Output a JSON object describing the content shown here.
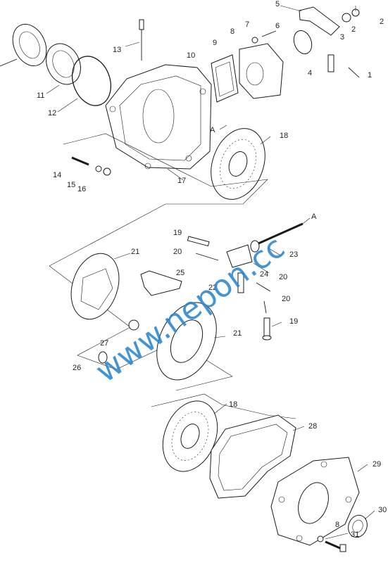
{
  "callouts": [
    {
      "id": "c1",
      "label": "1"
    },
    {
      "id": "c2a",
      "label": "2"
    },
    {
      "id": "c2b",
      "label": "2"
    },
    {
      "id": "c3",
      "label": "3"
    },
    {
      "id": "c4",
      "label": "4"
    },
    {
      "id": "c5",
      "label": "5"
    },
    {
      "id": "c6",
      "label": "6"
    },
    {
      "id": "c7",
      "label": "7"
    },
    {
      "id": "c8a",
      "label": "8"
    },
    {
      "id": "c9",
      "label": "9"
    },
    {
      "id": "c10",
      "label": "10"
    },
    {
      "id": "c11",
      "label": "11"
    },
    {
      "id": "c12",
      "label": "12"
    },
    {
      "id": "c13",
      "label": "13"
    },
    {
      "id": "c14",
      "label": "14"
    },
    {
      "id": "c15",
      "label": "15"
    },
    {
      "id": "c16",
      "label": "16"
    },
    {
      "id": "c17",
      "label": "17"
    },
    {
      "id": "c18a",
      "label": "18"
    },
    {
      "id": "c19a",
      "label": "19"
    },
    {
      "id": "c19b",
      "label": "19"
    },
    {
      "id": "c20a",
      "label": "20"
    },
    {
      "id": "c20b",
      "label": "20"
    },
    {
      "id": "c20c",
      "label": "20"
    },
    {
      "id": "c21a",
      "label": "21"
    },
    {
      "id": "c21b",
      "label": "21"
    },
    {
      "id": "c22",
      "label": "22"
    },
    {
      "id": "c23",
      "label": "23"
    },
    {
      "id": "c24",
      "label": "24"
    },
    {
      "id": "c25",
      "label": "25"
    },
    {
      "id": "c26",
      "label": "26"
    },
    {
      "id": "c27",
      "label": "27"
    },
    {
      "id": "c18b",
      "label": "18"
    },
    {
      "id": "c28",
      "label": "28"
    },
    {
      "id": "c29",
      "label": "29"
    },
    {
      "id": "c30",
      "label": "30"
    },
    {
      "id": "c8b",
      "label": "8"
    },
    {
      "id": "c31",
      "label": "31"
    }
  ],
  "reference_marks": {
    "a1": "A",
    "a2": "A"
  },
  "watermark": "www.nepon.cc"
}
